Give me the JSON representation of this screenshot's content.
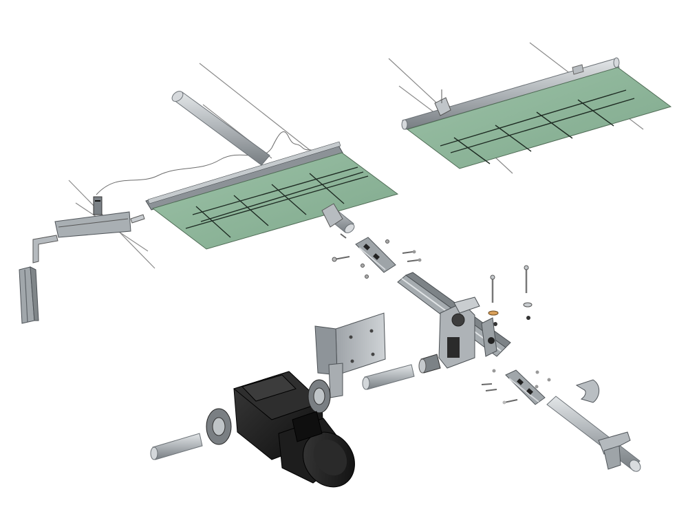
{
  "figure": {
    "title": "",
    "labels": []
  },
  "colors": {
    "background": "#ffffff",
    "panel_green": "#8fb59b",
    "panel_edge": "#5c7c64",
    "steel_light": "#c9cdd0",
    "steel_mid": "#9aa0a5",
    "steel_dark": "#5e6468",
    "motor_black": "#1a1a1a",
    "grid_line": "#22322a"
  },
  "parts": [
    {
      "name": "support-post"
    },
    {
      "name": "mounting-bracket-left"
    },
    {
      "name": "solar-panel-left"
    },
    {
      "name": "solar-panel-right"
    },
    {
      "name": "torque-tube"
    },
    {
      "name": "tube-coupling"
    },
    {
      "name": "rack-gear-bar"
    },
    {
      "name": "pivot-bearing-housing"
    },
    {
      "name": "mounting-plate"
    },
    {
      "name": "drive-shaft"
    },
    {
      "name": "gear-motor"
    },
    {
      "name": "end-clamp"
    },
    {
      "name": "fastener-bolts"
    }
  ]
}
